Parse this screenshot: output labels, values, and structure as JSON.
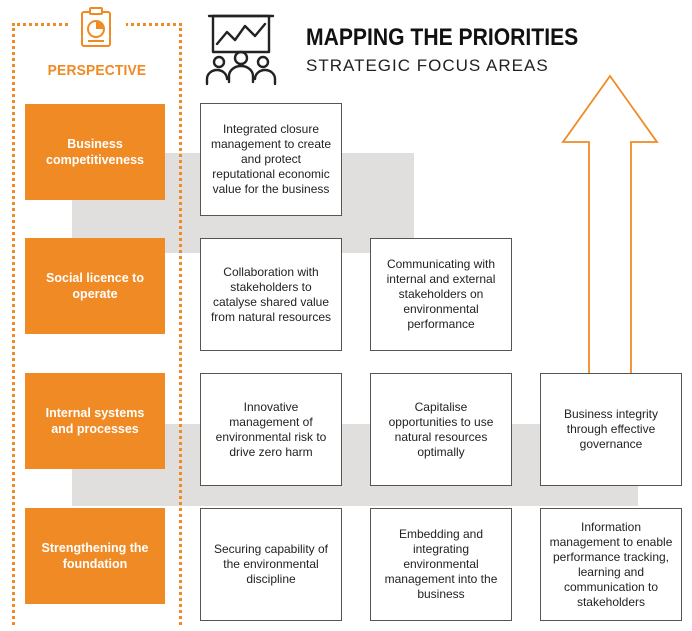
{
  "header": {
    "title": "MAPPING THE PRIORITIES",
    "subtitle": "STRATEGIC FOCUS AREAS"
  },
  "perspective": {
    "label": "PERSPECTIVE",
    "items": [
      "Business competitiveness",
      "Social licence to operate",
      "Internal systems and processes",
      "Strengthening the foundation"
    ]
  },
  "focus_areas": {
    "row1": [
      "Integrated closure management to create and protect reputational economic value for the business"
    ],
    "row2": [
      "Collaboration with stakeholders to catalyse shared value from natural resources",
      "Communicating with internal and external stakeholders on environmental performance"
    ],
    "row3": [
      "Innovative management of environmental risk to drive zero harm",
      "Capitalise opportunities to use natural resources optimally",
      "Business integrity through effective governance"
    ],
    "row4": [
      "Securing capability of the environmental discipline",
      "Embedding and integrating environmental management into the business",
      "Information management to enable performance tracking, learning and communication to stakeholders"
    ]
  },
  "colors": {
    "accent": "#f08a24",
    "band": "#e1dfdd",
    "border": "#555555"
  },
  "icons": [
    "perspective-badge-icon",
    "stakeholders-chart-icon",
    "upward-arrow-icon"
  ]
}
